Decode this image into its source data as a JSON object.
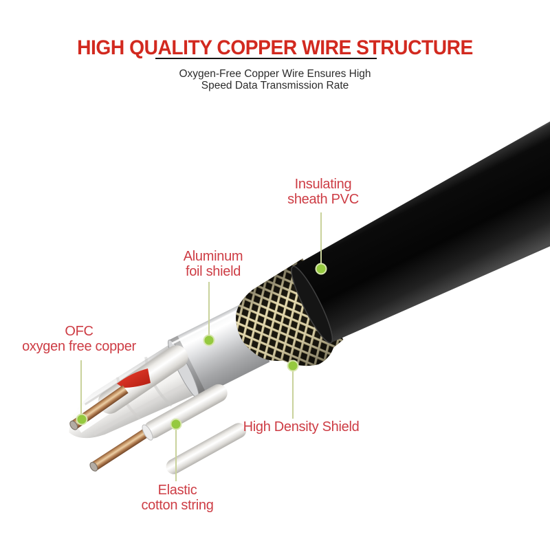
{
  "header": {
    "title": "HIGH QUALITY COPPER WIRE STRUCTURE",
    "subtitle_line1": "Oxygen-Free Copper Wire Ensures High",
    "subtitle_line2": "Speed Data Transmission Rate"
  },
  "callouts": {
    "insulating": {
      "line1": "Insulating",
      "line2": "sheath PVC"
    },
    "aluminum": {
      "line1": "Aluminum",
      "line2": "foil shield"
    },
    "ofc": {
      "line1": "OFC",
      "line2": "oxygen free copper"
    },
    "high_density": {
      "line1": "High Density Shield"
    },
    "elastic": {
      "line1": "Elastic",
      "line2": "cotton string"
    }
  },
  "colors": {
    "title_red": "#d2291f",
    "label_red": "#cd3c44",
    "dot_green": "#95c93f",
    "dot_halo": "#d7e6ad",
    "leader_line": "#c9d29b",
    "mesh_gold": "#d6ca9b",
    "foil_silver": "#d9dadb",
    "copper": "#b07f5a",
    "sheath_black": "#0d0d0d",
    "cotton_white": "#f2f1ef",
    "stripe_red": "#d92718"
  }
}
